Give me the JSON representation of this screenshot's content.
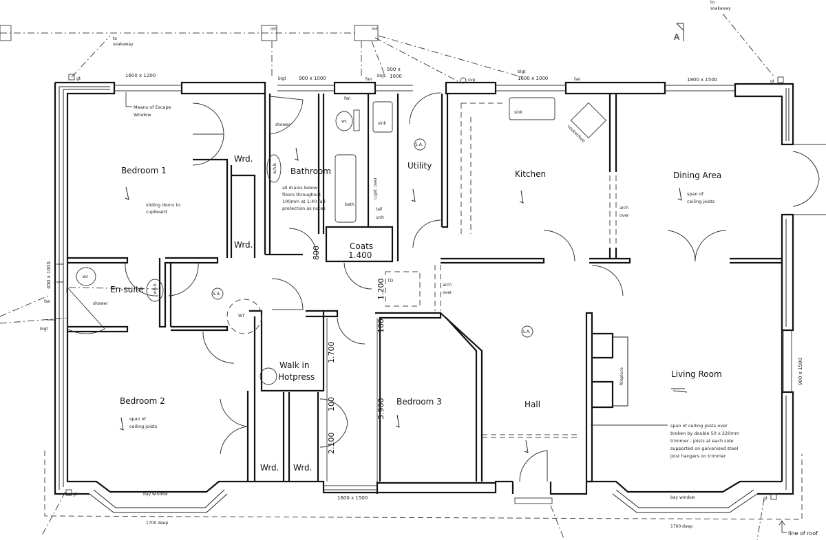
{
  "plan": {
    "section_marker": "A",
    "rooms": {
      "bedroom1": "Bedroom 1",
      "bedroom2": "Bedroom 2",
      "bedroom3": "Bedroom 3",
      "bathroom": "Bathroom",
      "ensuite": "En-suite",
      "utility": "Utility",
      "kitchen": "Kitchen",
      "dining": "Dining Area",
      "living": "Living Room",
      "hall": "Hall",
      "coats": "Coats",
      "coats_dim": "1.400",
      "hotpress_line1": "Walk in",
      "hotpress_line2": "Hotpress",
      "wardrobe": "Wrd."
    },
    "window_sizes": {
      "bedroom1": "1600 x 1200",
      "bathroom": "900 x 1000",
      "utility_line1": "500 x",
      "utility_line2": "1000",
      "kitchen": "1600 x 1000",
      "dining": "1800 x 1500",
      "ensuite": "450 x 1000",
      "living_side": "900 x 1500",
      "bedroom3": "1600 x 1500"
    },
    "dimensions": {
      "d800": "800",
      "d1200": "1.200",
      "d100a": "100",
      "d1700": "1.700",
      "d100b": "100",
      "d3900": "3.900",
      "d2100": "2.100"
    },
    "labels": {
      "to_soakaway_1": "to",
      "to_soakaway_2": "soakaway",
      "mh": "mh",
      "gt": "gt",
      "blgt": "blgt",
      "fan": "fan",
      "svp": "svp",
      "wc": "wc",
      "sink": "sink",
      "whb": "w.h.b",
      "shower": "shower",
      "bath": "bath",
      "cupd_over": "cupd. over",
      "tall_unit_1": "tall",
      "tall_unit_2": "unit",
      "cooker_hob": "cooker/hob",
      "sa": "S.A.",
      "wt": "WT",
      "td": "TD",
      "arch_1": "arch",
      "arch_2": "over",
      "fireplace": "fireplace",
      "bay_window": "bay window",
      "deep": "1700 deep",
      "line_of_roof": "line of roof",
      "means_escape_1": "Means of Escape",
      "means_escape_2": "Window",
      "sliding_1": "sliding doors to",
      "sliding_2": "cupboard",
      "joists_1": "span of",
      "joists_2": "ceiling joists",
      "drains": [
        "all drains below",
        "floors throughout",
        "100mm at 1:40 fall-",
        "protection as notes"
      ],
      "trimmer": [
        "span of ceiling joists over",
        "broken by double 50 x 220mm",
        "trimmer - joists at each side",
        "supported on galvanised steel",
        "joist hangers on trimmer"
      ]
    }
  }
}
